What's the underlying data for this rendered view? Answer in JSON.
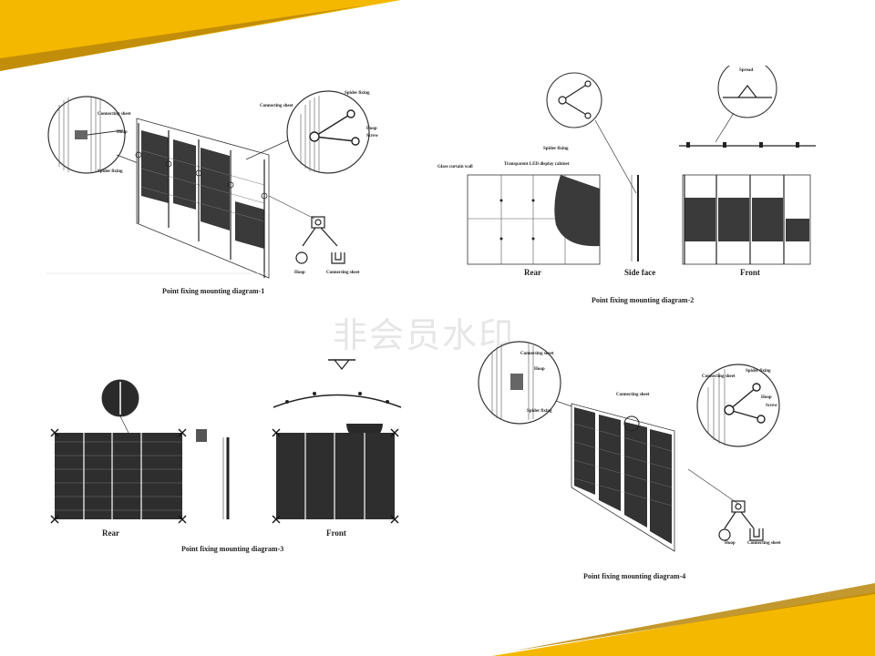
{
  "colors": {
    "accent_gold": "#f5b800",
    "accent_dark": "#b8860b",
    "line": "#333333",
    "panel_dark": "#3a3a3a"
  },
  "watermark": "非会员水印",
  "diagram1": {
    "caption": "Point fixing mounting diagram-1",
    "labels": {
      "connecting_sheet_a": "Connecting sheet",
      "hoop_a": "Hoop",
      "spider_fixing_a": "Spider fixing",
      "connecting_sheet_b": "Connecting sheet",
      "spider_fixing_b": "Spider fixing",
      "hoop_b": "Hoop",
      "screw": "Screw",
      "hoop_c": "Hoop",
      "connecting_sheet_c": "Connecting sheet"
    }
  },
  "diagram2": {
    "caption": "Point fixing mounting diagram-2",
    "labels": {
      "glass_curtain_wall": "Glass curtain wall",
      "transparent_cabinet": "Transparent LED display cabinet",
      "spider_fixing": "Spider fixing",
      "spread": "Spread"
    },
    "views": {
      "rear": "Rear",
      "side": "Side face",
      "front": "Front"
    }
  },
  "diagram3": {
    "caption": "Point fixing mounting diagram-3",
    "views": {
      "rear": "Rear",
      "front": "Front"
    }
  },
  "diagram4": {
    "caption": "Point fixing mounting diagram-4",
    "labels": {
      "connecting_sheet_a": "Connecting sheet",
      "hoop_a": "Hoop",
      "spider_fixing_a": "Spider fixing",
      "connecting_sheet_b": "Connecting sheet",
      "connecting_sheet_c": "Connecting sheet",
      "spider_fixing_b": "Spider fixing",
      "hoop_b": "Hoop",
      "screw": "Screw",
      "hoop_c": "Hoop",
      "connecting_sheet_d": "Connecting sheet"
    }
  }
}
